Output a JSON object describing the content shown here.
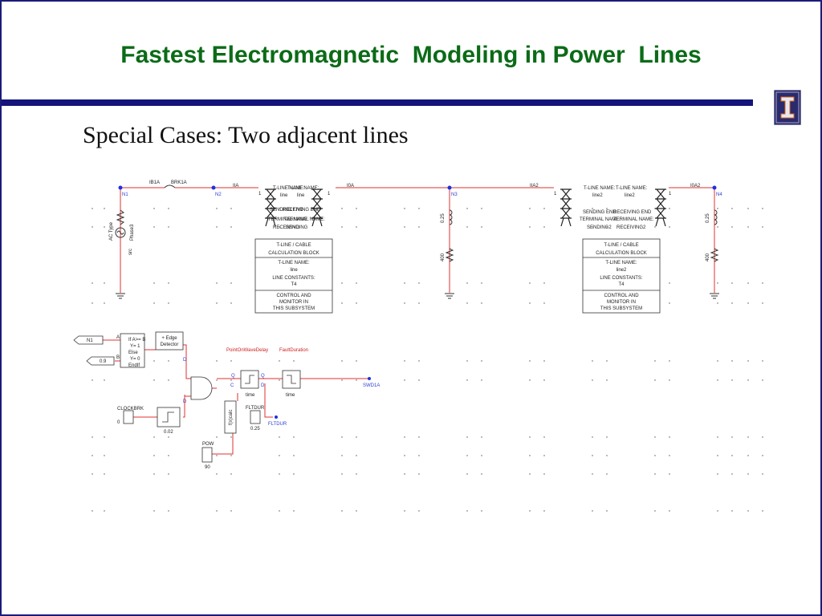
{
  "slide": {
    "title": "Fastest Electromagnetic  Modeling in Power  Lines",
    "subtitle": "Special Cases: Two adjacent lines"
  },
  "colors": {
    "title": "#0b6b17",
    "rule": "#14147a",
    "wire": "#e03030",
    "node": "#2030e0",
    "block": "#333333"
  },
  "schematic": {
    "nodes": [
      "N1",
      "N2",
      "N3",
      "N4"
    ],
    "wire_labels": [
      "IB1A",
      "BRK1A",
      "IIA",
      "I0A",
      "IIA2",
      "I0A2"
    ],
    "source": {
      "type": "AC Type",
      "value": "Phase3",
      "label": "src"
    },
    "resistors": [
      {
        "left": "0.25",
        "right": "0.25"
      },
      {
        "left": "400",
        "right": "400"
      }
    ],
    "line1_header": {
      "a": "T-LINE NAME:",
      "b": "T-LINE NAME:",
      "c": "line",
      "d": "line"
    },
    "line1_ends": {
      "a": "SENDING END",
      "b": "RECEIVING END",
      "c": "TERMINAL NAME:",
      "d": "TERMINAL NAME:",
      "e": "RECEIVING",
      "f": "SENDING"
    },
    "line2_header": {
      "a": "T-LINE NAME:",
      "b": "T-LINE NAME:",
      "c": "line2",
      "d": "line2"
    },
    "line2_ends": {
      "a": "SENDING END",
      "b": "RECEIVING END",
      "c": "TERMINAL NAME:",
      "d": "TERMINAL NAME:",
      "e": "SENDING2",
      "f": "RECEIVING2"
    },
    "block1": {
      "title1": "T-LINE / CABLE",
      "title2": "CALCULATION BLOCK",
      "name_label": "T-LINE NAME:",
      "name": "line",
      "const_label": "LINE CONSTANTS:",
      "const": "T4",
      "ctrl1": "CONTROL AND",
      "ctrl2": "MONITOR IN",
      "ctrl3": "THIS SUBSYSTEM"
    },
    "block2": {
      "title1": "T-LINE / CABLE",
      "title2": "CALCULATION BLOCK",
      "name_label": "T-LINE NAME:",
      "name": "line2",
      "const_label": "LINE CONSTANTS:",
      "const": "T4",
      "ctrl1": "CONTROL AND",
      "ctrl2": "MONITOR IN",
      "ctrl3": "THIS SUBSYSTEM"
    },
    "control": {
      "input_n1": "N1",
      "input_val": "0.9",
      "cmp_lines": [
        "If A>= B",
        "Y= 1",
        "Else",
        "Y= 0",
        "EndIf"
      ],
      "cmp_a": "A",
      "cmp_b": "B",
      "edge1": "+ Edge",
      "edge2": "Detector",
      "pow_delay": "PointOnWaveDelay",
      "fault_dur": "FaultDuration",
      "time1": "time",
      "time2": "time",
      "output": "SWD1A",
      "clock": "CLOCKBRK",
      "clock_val": "0",
      "delay_val": "0.02",
      "fltdur": "FLTDUR",
      "fltdur_val": "0.25",
      "fltdur_out": "FLTDUR",
      "pow": "POW",
      "pow_val": "90",
      "calc": "f(x)calc",
      "ports": [
        "D",
        "C",
        "D",
        "D",
        "Q",
        "Q"
      ]
    }
  }
}
